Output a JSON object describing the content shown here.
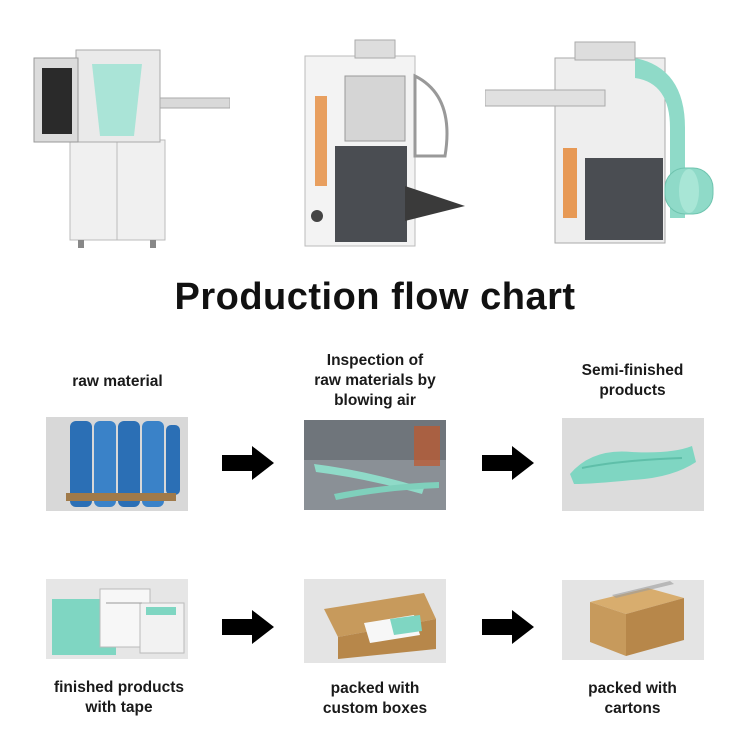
{
  "title": "Production flow chart",
  "steps": [
    {
      "label": "raw material"
    },
    {
      "label": "Inspection of\nraw materials by\nblowing air"
    },
    {
      "label": "Semi-finished\nproducts"
    },
    {
      "label": "finished products\nwith tape"
    },
    {
      "label": "packed with\ncustom boxes"
    },
    {
      "label": "packed with\ncartons"
    }
  ],
  "colors": {
    "accent_green": "#7fd6c2",
    "roll_blue": "#2b6fb5",
    "cabinet_gray": "#4a4d52",
    "carton_brown": "#c79a5c",
    "arrow": "#000000"
  }
}
